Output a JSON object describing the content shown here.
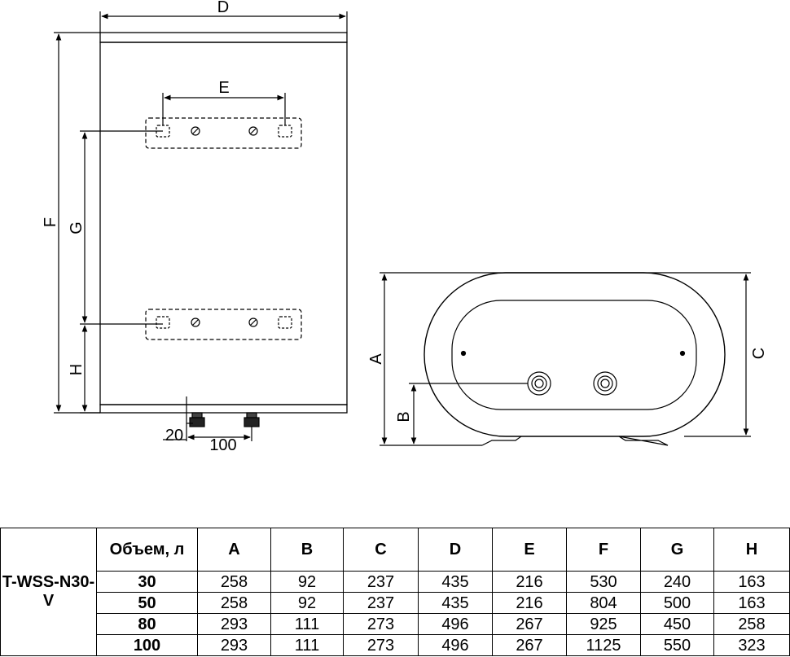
{
  "front_view": {
    "labels": {
      "D": "D",
      "E": "E",
      "F": "F",
      "G": "G",
      "H": "H"
    },
    "dimensions": {
      "pipe_offset": "20",
      "pipe_spacing": "100"
    }
  },
  "side_view": {
    "labels": {
      "A": "A",
      "B": "B",
      "C": "C"
    }
  },
  "table": {
    "model": "T-WSS-N30-V",
    "headers": [
      "Объем, л",
      "A",
      "B",
      "C",
      "D",
      "E",
      "F",
      "G",
      "H"
    ],
    "rows": [
      [
        "30",
        "258",
        "92",
        "237",
        "435",
        "216",
        "530",
        "240",
        "163"
      ],
      [
        "50",
        "258",
        "92",
        "237",
        "435",
        "216",
        "804",
        "500",
        "163"
      ],
      [
        "80",
        "293",
        "111",
        "273",
        "496",
        "267",
        "925",
        "450",
        "258"
      ],
      [
        "100",
        "293",
        "111",
        "273",
        "496",
        "267",
        "1125",
        "550",
        "323"
      ]
    ]
  }
}
